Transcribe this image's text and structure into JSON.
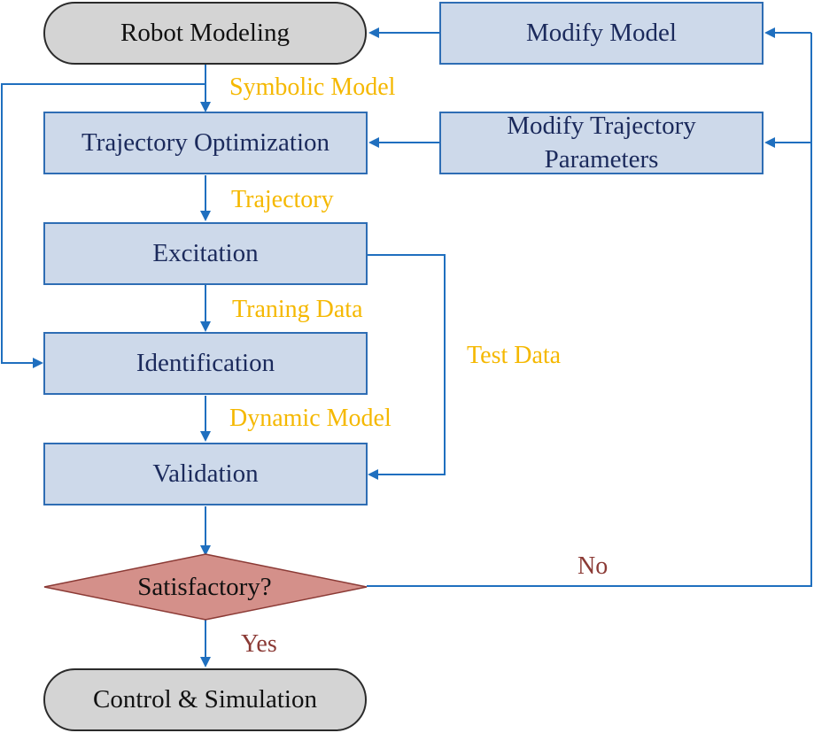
{
  "nodes": {
    "robot_modeling": "Robot Modeling",
    "modify_model": "Modify Model",
    "trajectory_optimization": "Trajectory Optimization",
    "modify_trajectory_parameters": "Modify Trajectory\nParameters",
    "excitation": "Excitation",
    "identification": "Identification",
    "validation": "Validation",
    "satisfactory": "Satisfactory?",
    "control_simulation": "Control & Simulation"
  },
  "edge_labels": {
    "symbolic_model": "Symbolic Model",
    "trajectory": "Trajectory",
    "training_data": "Traning Data",
    "test_data": "Test Data",
    "dynamic_model": "Dynamic Model",
    "no": "No",
    "yes": "Yes"
  },
  "colors": {
    "box_fill": "#cdd9ea",
    "box_border": "#2e6db4",
    "terminal_fill": "#d4d4d4",
    "diamond_fill": "#d4908a",
    "arrow": "#1f6fbf",
    "data_label": "#f5b800",
    "branch_label": "#8b3a35",
    "node_text": "#1b2a5c"
  }
}
